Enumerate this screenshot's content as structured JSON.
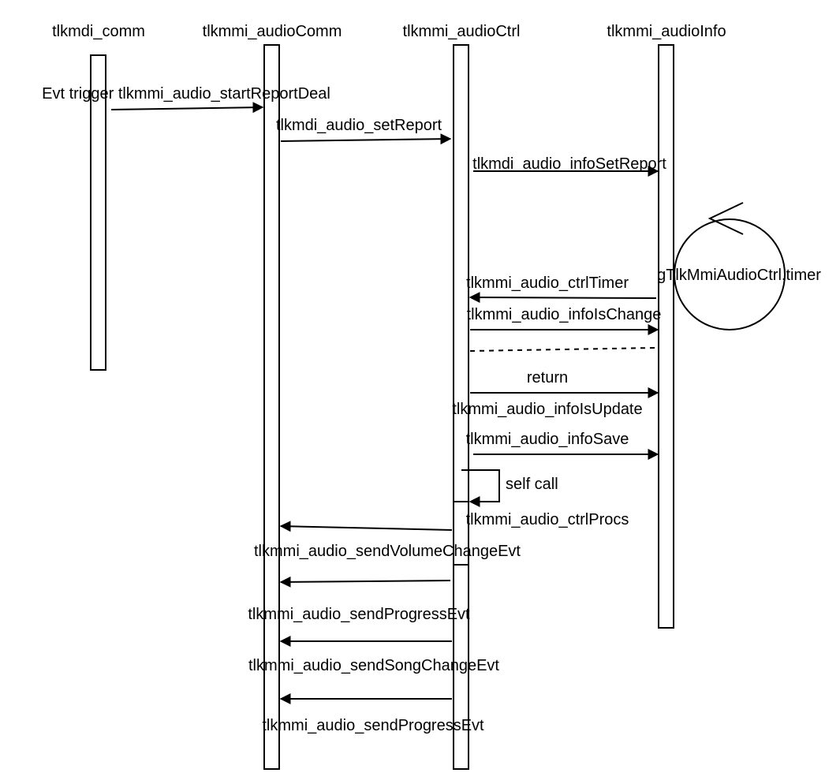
{
  "lifelines": [
    {
      "id": "comm",
      "label": "tlkmdi_comm"
    },
    {
      "id": "audioComm",
      "label": "tlkmmi_audioComm"
    },
    {
      "id": "audioCtrl",
      "label": "tlkmmi_audioCtrl"
    },
    {
      "id": "audioInfo",
      "label": "tlkmmi_audioInfo"
    }
  ],
  "messages": [
    {
      "id": "m1",
      "label": "Evt trigger tlkmmi_audio_startReportDeal"
    },
    {
      "id": "m2",
      "label": "tlkmdi_audio_setReport"
    },
    {
      "id": "m3",
      "label": "tlkmdi_audio_infoSetReport"
    },
    {
      "id": "m4",
      "label": "tlkmmi_audio_ctrlTimer"
    },
    {
      "id": "m5",
      "label": "tlkmmi_audio_infoIsChange"
    },
    {
      "id": "m6",
      "label": ""
    },
    {
      "id": "m7",
      "label": "return"
    },
    {
      "id": "m7b",
      "label": "tlkmmi_audio_infoIsUpdate"
    },
    {
      "id": "m8",
      "label": "tlkmmi_audio_infoSave"
    },
    {
      "id": "m9",
      "label": "self call"
    },
    {
      "id": "m9b",
      "label": "tlkmmi_audio_ctrlProcs"
    },
    {
      "id": "m10",
      "label": "tlkmmi_audio_sendVolumeChangeEvt"
    },
    {
      "id": "m11",
      "label": "tlkmmi_audio_sendProgressEvt"
    },
    {
      "id": "m12",
      "label": "tlkmmi_audio_sendSongChangeEvt"
    },
    {
      "id": "m13",
      "label": "tlkmmi_audio_sendProgressEvt"
    }
  ],
  "timer": {
    "label": "gTlkMmiAudioCtrl.timer"
  }
}
